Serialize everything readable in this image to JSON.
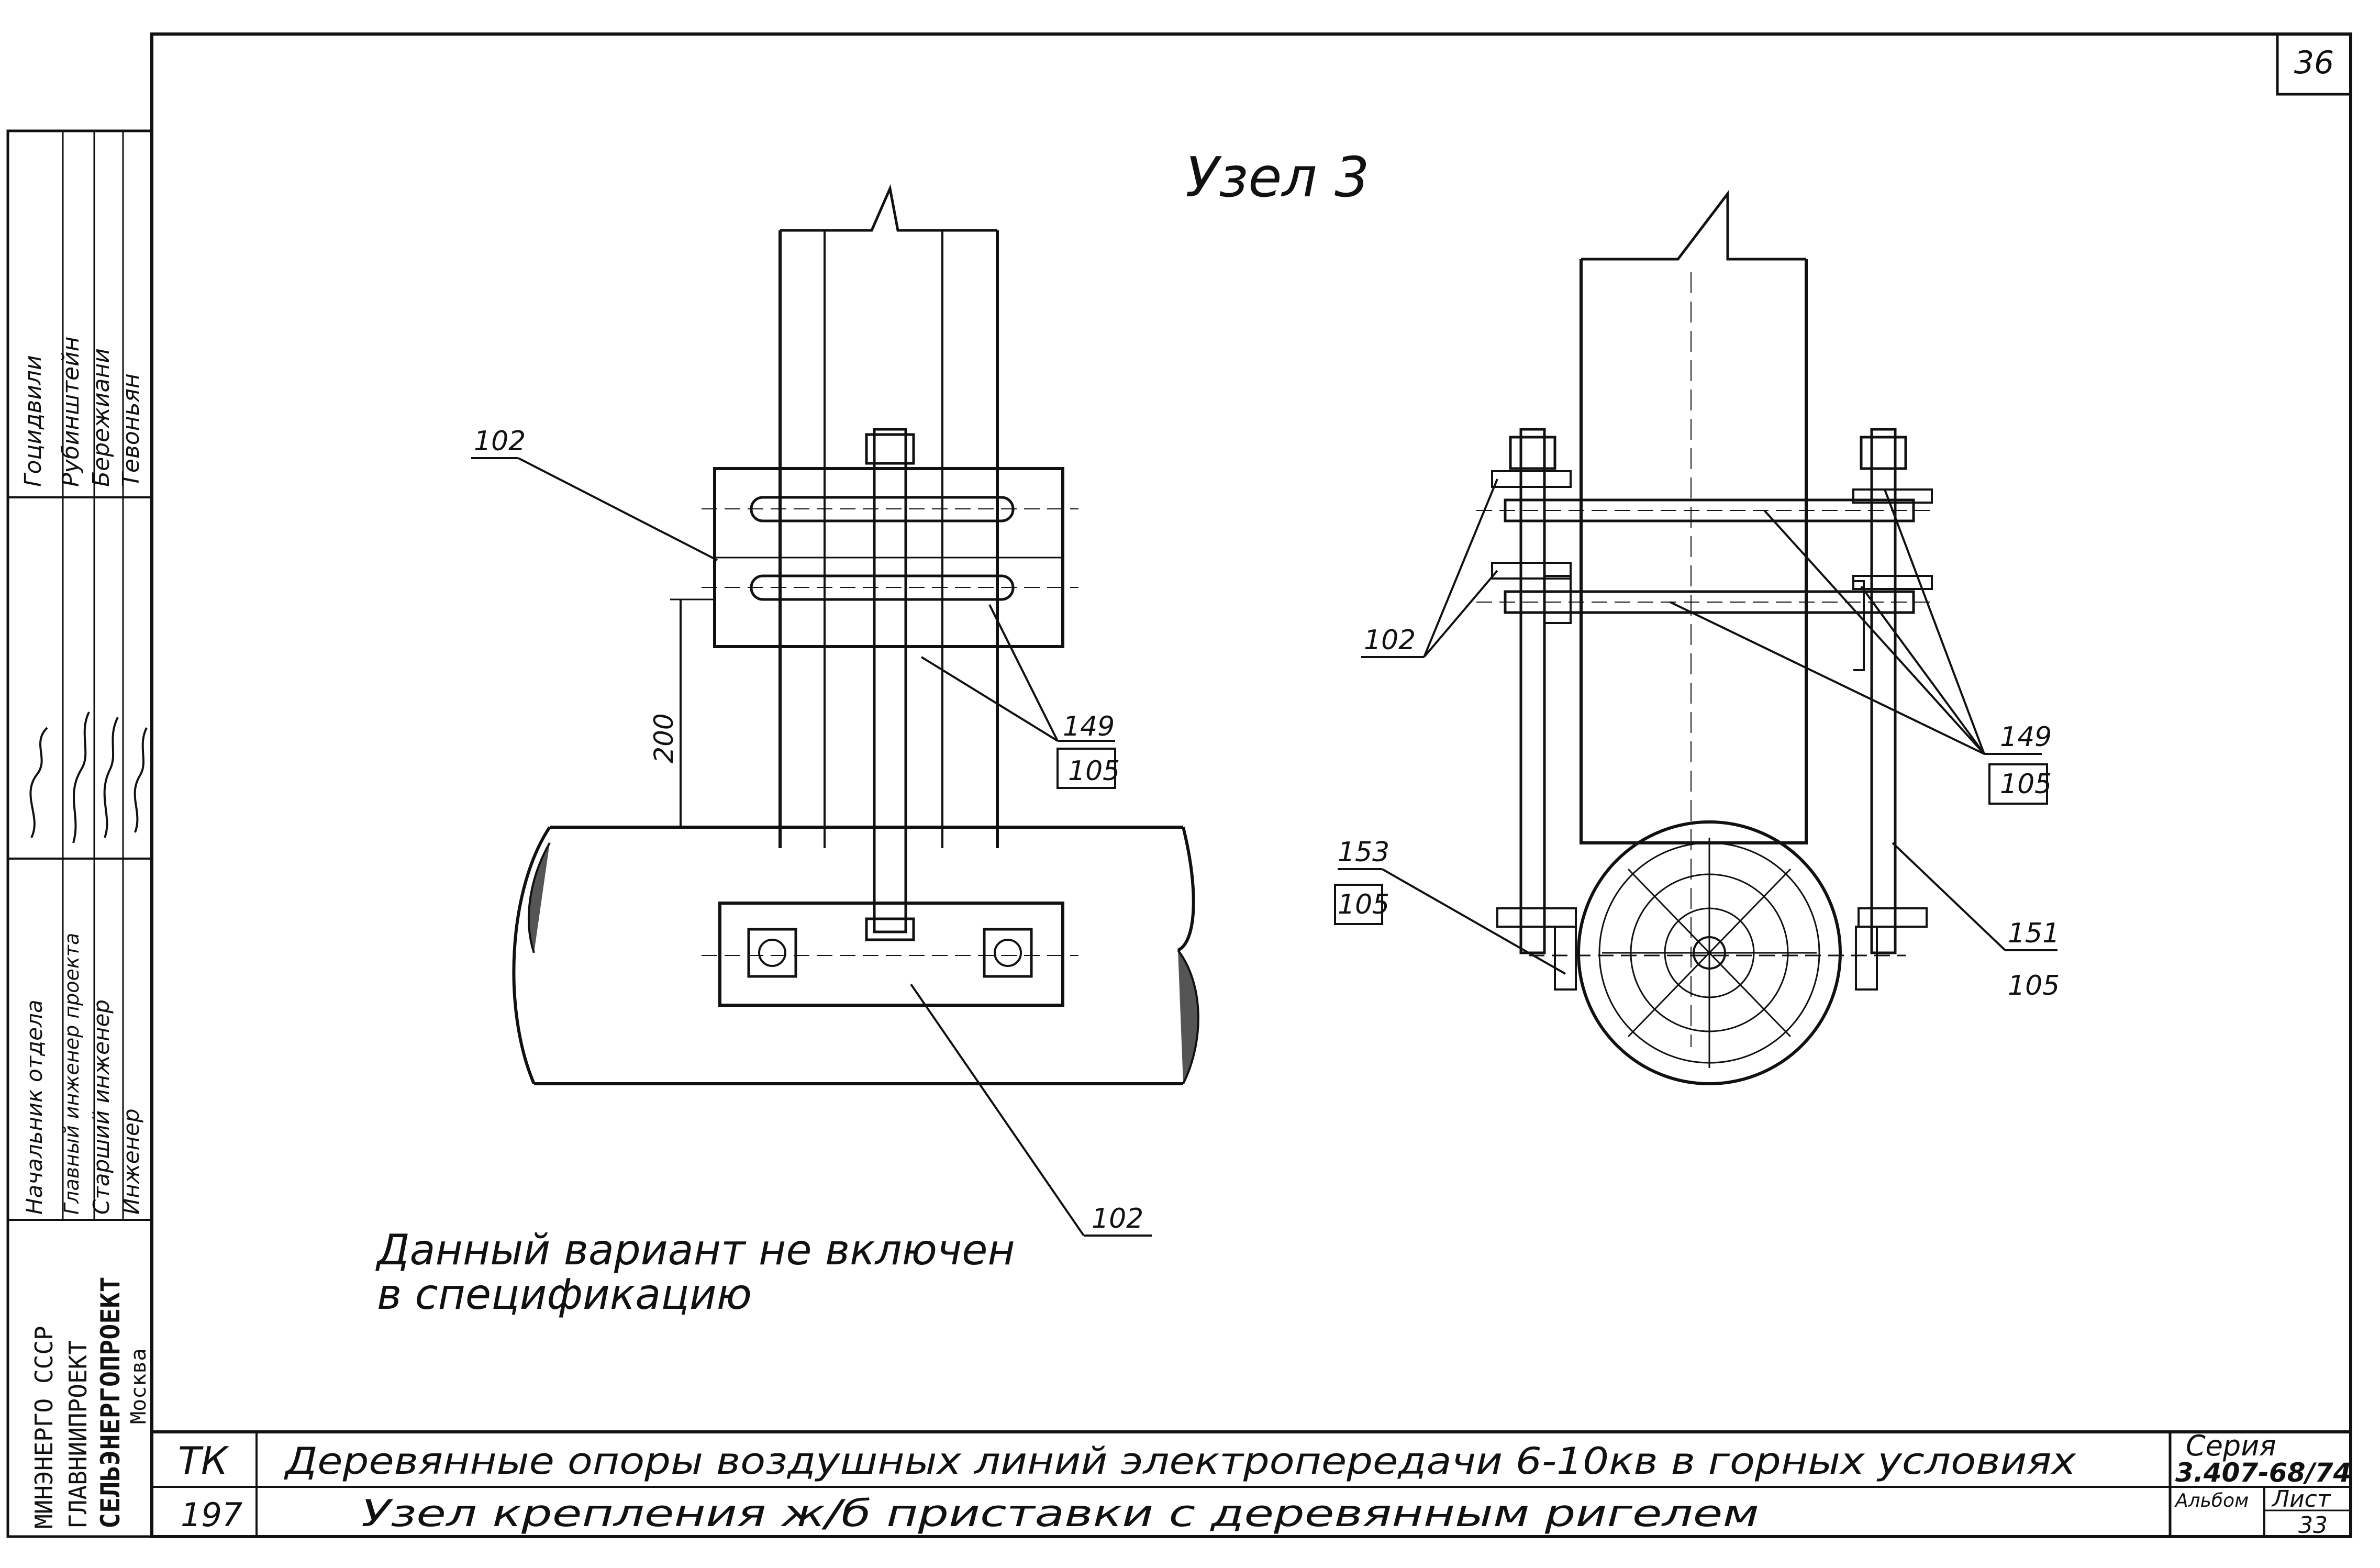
{
  "sheet": {
    "page_number": "36"
  },
  "drawing": {
    "title": "Узел 3",
    "note_line1": "Данный вариант не включен",
    "note_line2": "в спецификацию",
    "dimension": "200",
    "callouts": {
      "left_top": "102",
      "left_bottom": "102",
      "left_pair_top": "149",
      "left_pair_bottom": "105",
      "right_left": "102",
      "right_pair_top": "149",
      "right_pair_bottom": "105",
      "right_153_top": "153",
      "right_153_bottom": "105",
      "right_151_top": "151",
      "right_151_bottom": "105"
    }
  },
  "side_stamp": {
    "signatories": [
      "Гоцидвили",
      "Рубинштейн",
      "Бережиани",
      "Тевоньян"
    ],
    "roles": [
      "Начальник отдела",
      "Главный инженер проекта",
      "Старший инженер",
      "Инженер"
    ],
    "org": [
      "МИНЭНЕРГО СССР",
      "ГЛАВНИИПРОЕКТ",
      "СЕЛЬЭНЕРГОПРОЕКТ",
      "Москва"
    ]
  },
  "title_block": {
    "code": "ТК",
    "number": "197",
    "line1": "Деревянные опоры воздушных линий электропередачи 6-10кв в горных условиях",
    "line2": "Узел крепления ж/б приставки с деревянным ригелем",
    "series_label": "Серия",
    "series_value": "3.407-68/74",
    "album_label": "Альбом",
    "sheet_label": "Лист",
    "sheet_value": "33"
  }
}
